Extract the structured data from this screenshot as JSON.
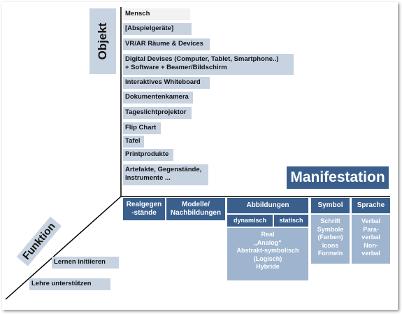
{
  "axis_labels": {
    "objekt": "Objekt",
    "funktion": "Funktion",
    "manifestation": "Manifestation"
  },
  "objekt_items": [
    "Mensch",
    "[Abspielgeräte]",
    "VR/AR Räume & Devices",
    "Digital Devises (Computer, Tablet, Smartphone..)",
    "+ Software + Beamer/Bildschirm",
    "Interaktives Whiteboard",
    "Dokumentenkamera",
    "Tageslichtprojektor",
    "Flip Chart",
    "Tafel",
    "Printprodukte",
    "Artefakte, Gegenstände,",
    "Instrumente ..."
  ],
  "funktion_items": [
    "Lernen initiieren",
    "Lehre unterstützen"
  ],
  "manifestation": {
    "realgegen": [
      "Realgegen",
      "-stände"
    ],
    "modelle": [
      "Modelle/",
      "Nachbildungen"
    ],
    "abbildungen": "Abbildungen",
    "dynamisch": "dynamisch",
    "statisch": "statisch",
    "abb_details": [
      "Real",
      "„Analog“",
      "Abstrakt-symbolisch",
      "(Logisch)",
      "Hybride"
    ],
    "symbol": "Symbol",
    "symbol_details": [
      "Schrift",
      "Symbole",
      "(Farben)",
      "Icons",
      "Formeln"
    ],
    "sprache": "Sprache",
    "sprache_details": [
      "Verbal",
      "Para-",
      "verbal",
      "Non-",
      "verbal"
    ]
  }
}
